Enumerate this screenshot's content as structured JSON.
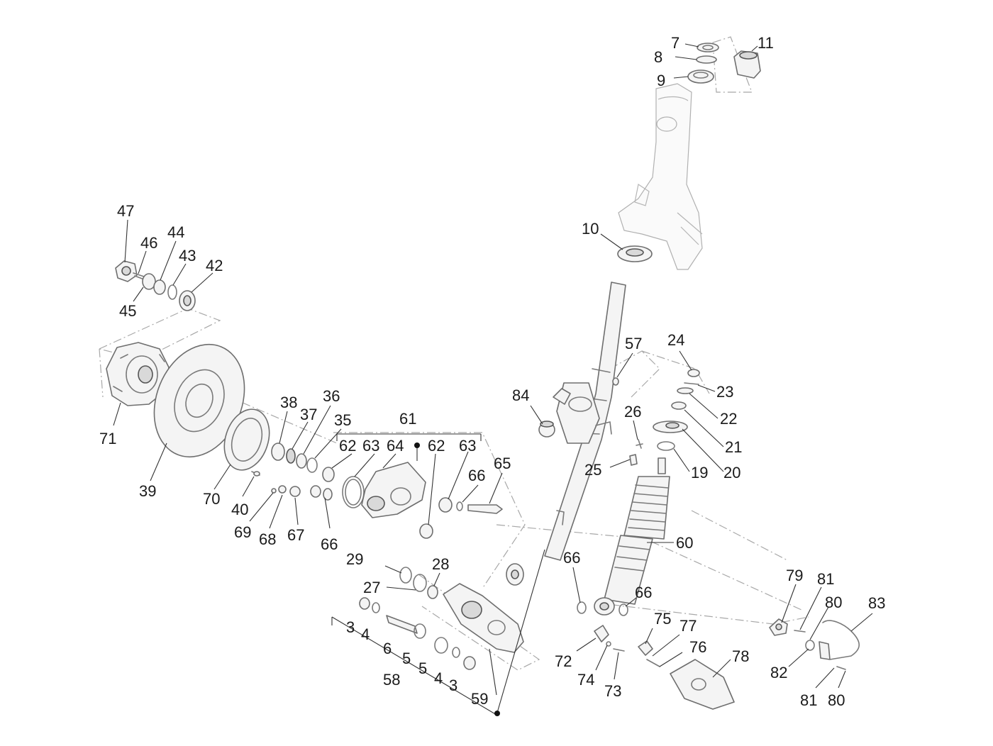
{
  "callouts": [
    {
      "id": "c7",
      "text": "7"
    },
    {
      "id": "c8",
      "text": "8"
    },
    {
      "id": "c9",
      "text": "9"
    },
    {
      "id": "c11",
      "text": "11"
    },
    {
      "id": "c10",
      "text": "10"
    },
    {
      "id": "c47",
      "text": "47"
    },
    {
      "id": "c46",
      "text": "46"
    },
    {
      "id": "c44",
      "text": "44"
    },
    {
      "id": "c43",
      "text": "43"
    },
    {
      "id": "c42",
      "text": "42"
    },
    {
      "id": "c45",
      "text": "45"
    },
    {
      "id": "c71",
      "text": "71"
    },
    {
      "id": "c39",
      "text": "39"
    },
    {
      "id": "c70",
      "text": "70"
    },
    {
      "id": "c40",
      "text": "40"
    },
    {
      "id": "c38",
      "text": "38"
    },
    {
      "id": "c37",
      "text": "37"
    },
    {
      "id": "c36",
      "text": "36"
    },
    {
      "id": "c35",
      "text": "35"
    },
    {
      "id": "c62a",
      "text": "62"
    },
    {
      "id": "c63a",
      "text": "63"
    },
    {
      "id": "c64",
      "text": "64"
    },
    {
      "id": "c61",
      "text": "61"
    },
    {
      "id": "c62b",
      "text": "62"
    },
    {
      "id": "c63b",
      "text": "63"
    },
    {
      "id": "c66a",
      "text": "66"
    },
    {
      "id": "c65",
      "text": "65"
    },
    {
      "id": "c69",
      "text": "69"
    },
    {
      "id": "c68",
      "text": "68"
    },
    {
      "id": "c67",
      "text": "67"
    },
    {
      "id": "c66b",
      "text": "66"
    },
    {
      "id": "c84",
      "text": "84"
    },
    {
      "id": "c57",
      "text": "57"
    },
    {
      "id": "c26",
      "text": "26"
    },
    {
      "id": "c25",
      "text": "25"
    },
    {
      "id": "c24",
      "text": "24"
    },
    {
      "id": "c23",
      "text": "23"
    },
    {
      "id": "c22",
      "text": "22"
    },
    {
      "id": "c21",
      "text": "21"
    },
    {
      "id": "c20",
      "text": "20"
    },
    {
      "id": "c19",
      "text": "19"
    },
    {
      "id": "c60",
      "text": "60"
    },
    {
      "id": "c29",
      "text": "29"
    },
    {
      "id": "c28",
      "text": "28"
    },
    {
      "id": "c27",
      "text": "27"
    },
    {
      "id": "c3a",
      "text": "3"
    },
    {
      "id": "c4a",
      "text": "4"
    },
    {
      "id": "c6",
      "text": "6"
    },
    {
      "id": "c5a",
      "text": "5"
    },
    {
      "id": "c5b",
      "text": "5"
    },
    {
      "id": "c4b",
      "text": "4"
    },
    {
      "id": "c3b",
      "text": "3"
    },
    {
      "id": "c58",
      "text": "58"
    },
    {
      "id": "c59",
      "text": "59"
    },
    {
      "id": "c66c",
      "text": "66"
    },
    {
      "id": "c66d",
      "text": "66"
    },
    {
      "id": "c72",
      "text": "72"
    },
    {
      "id": "c74",
      "text": "74"
    },
    {
      "id": "c73",
      "text": "73"
    },
    {
      "id": "c75",
      "text": "75"
    },
    {
      "id": "c77",
      "text": "77"
    },
    {
      "id": "c76",
      "text": "76"
    },
    {
      "id": "c78",
      "text": "78"
    },
    {
      "id": "c79",
      "text": "79"
    },
    {
      "id": "c81a",
      "text": "81"
    },
    {
      "id": "c80a",
      "text": "80"
    },
    {
      "id": "c83",
      "text": "83"
    },
    {
      "id": "c82",
      "text": "82"
    },
    {
      "id": "c81b",
      "text": "81"
    },
    {
      "id": "c80b",
      "text": "80"
    }
  ]
}
